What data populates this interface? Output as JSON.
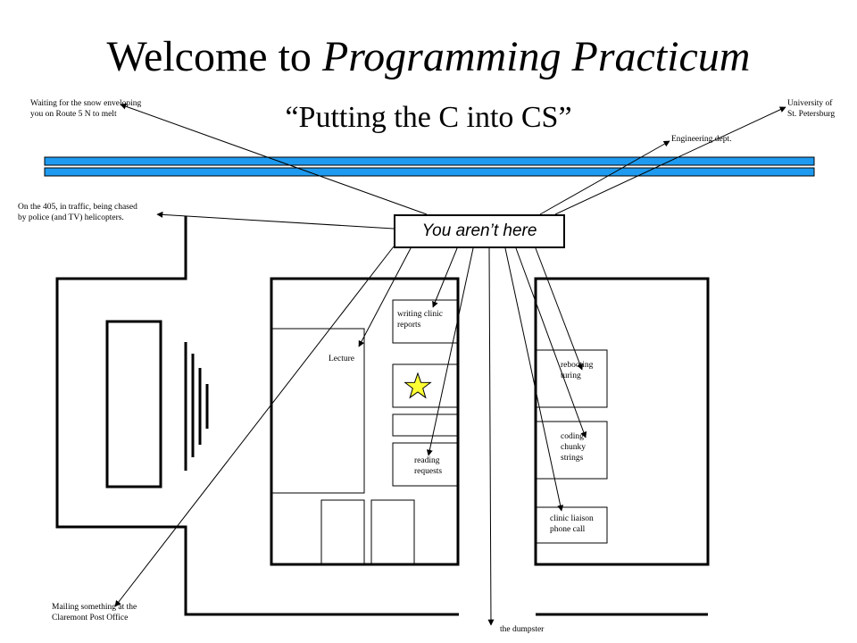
{
  "slide": {
    "title_plain": "Welcome to ",
    "title_italic": "Programming Practicum",
    "subtitle": "“Putting the C into CS”"
  },
  "you_are_here": "You aren’t here",
  "labels": {
    "snow_line1": "Waiting for the snow enveloping",
    "snow_line2": "you on Route 5 N to melt",
    "st_petersburg_line1": "University of",
    "st_petersburg_line2": "St. Petersburg",
    "engineering": "Engineering dept.",
    "freeway_line1": "On the 405, in traffic, being chased",
    "freeway_line2": "by police (and TV) helicopters.",
    "writing_line1": "writing clinic",
    "writing_line2": "reports",
    "lecture": "Lecture",
    "reading_line1": "reading",
    "reading_line2": "requests",
    "rebooting_line1": "rebooting",
    "rebooting_line2": "turing",
    "coding_line1": "coding",
    "coding_line2": "chunky",
    "coding_line3": "strings",
    "clinic_line1": "clinic liaison",
    "clinic_line2": "phone call",
    "mailing_line1": "Mailing something at the",
    "mailing_line2": "Claremont Post Office",
    "dumpster": "the dumpster"
  },
  "colors": {
    "star_fill": "#ffff33",
    "road_fill": "#1e9bf0",
    "ink": "#000000"
  }
}
